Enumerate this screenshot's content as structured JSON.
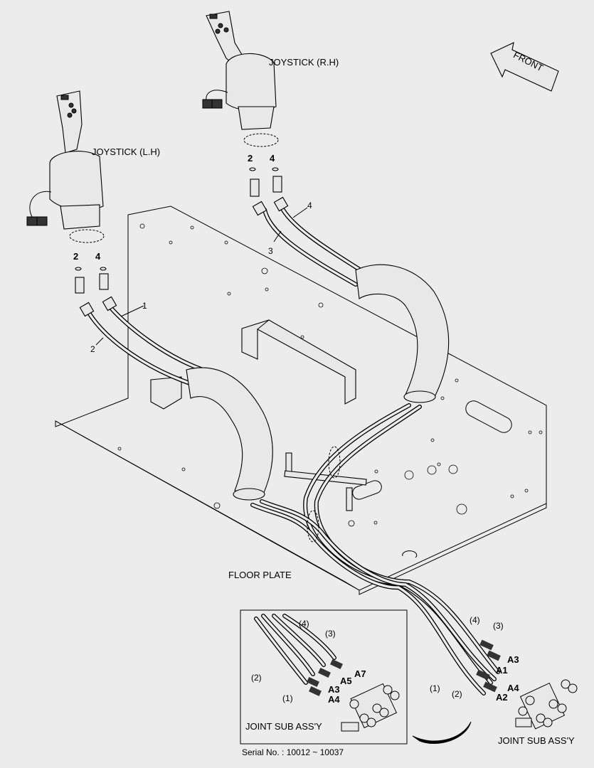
{
  "labels": {
    "joystick_rh": "JOYSTICK (R.H)",
    "joystick_lh": "JOYSTICK (L.H)",
    "front": "FRONT",
    "floor_plate": "FLOOR PLATE",
    "joint_sub_assy_main": "JOINT SUB ASS'Y",
    "joint_sub_assy_inset": "JOINT SUB ASS'Y",
    "serial": "Serial No. : 10012 ~ 10037"
  },
  "callouts_lh": {
    "c2": "2",
    "c4": "4",
    "hose1": "1",
    "hose2": "2"
  },
  "callouts_rh": {
    "c2": "2",
    "c4": "4",
    "hose3": "3",
    "hose4": "4"
  },
  "main_ports": {
    "a3": "A3",
    "a1": "A1",
    "a4": "A4",
    "a2": "A2",
    "h4": "(4)",
    "h3": "(3)",
    "h1": "(1)",
    "h2": "(2)"
  },
  "inset_ports": {
    "a7": "A7",
    "a5": "A5",
    "a3": "A3",
    "a4": "A4",
    "h4": "(4)",
    "h3": "(3)",
    "h2": "(2)",
    "h1": "(1)"
  }
}
